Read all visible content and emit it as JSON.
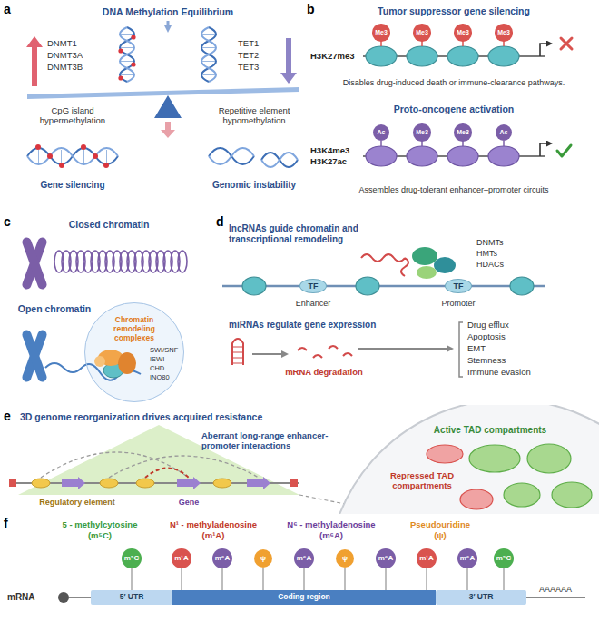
{
  "diagram": {
    "nodes": [
      {
        "text": [
          "Me3"
        ]
      },
      {
        "text": [
          "Me3"
        ]
      },
      {
        "text": [
          "Me3"
        ]
      },
      {
        "text": [
          "Me3"
        ]
      },
      {
        "text": [
          "Ac"
        ]
      },
      {
        "text": [
          "Me3"
        ]
      },
      {
        "text": [
          "Me3"
        ]
      },
      {
        "text": [
          "Ac"
        ]
      },
      {
        "text": [
          "Chromatin remodeling complexes"
        ]
      },
      {
        "text": [
          "TF"
        ]
      },
      {
        "text": [
          "TF"
        ]
      },
      {
        "text": [
          "m⁵C"
        ]
      },
      {
        "text": [
          "m¹A"
        ]
      },
      {
        "text": [
          "m⁶A"
        ]
      },
      {
        "text": [
          "ψ"
        ]
      },
      {
        "text": [
          "m⁶A"
        ]
      },
      {
        "text": [
          "ψ"
        ]
      },
      {
        "text": [
          "m⁶A"
        ]
      },
      {
        "text": [
          "m¹A"
        ]
      },
      {
        "text": [
          "m⁶A"
        ]
      },
      {
        "text": [
          "m⁵C"
        ]
      },
      {
        "text": [
          "5′ UTR"
        ]
      },
      {
        "text": [
          "Coding region"
        ]
      },
      {
        "text": [
          "3′ UTR"
        ]
      }
    ],
    "labels": [
      "a",
      "DNA Methylation Equilibrium",
      "DNMT1",
      "DNMT3A",
      "DNMT3B",
      "TET1",
      "TET2",
      "TET3",
      "CpG island hypermethylation",
      "Repetitive element hypomethylation",
      "Gene silencing",
      "Genomic instability",
      "b",
      "Tumor suppressor gene silencing",
      "H3K27me3",
      "Disables drug-induced death or immune-clearance pathways.",
      "Proto-oncogene activation",
      "H3K4me3",
      "H3K27ac",
      "Assembles drug-tolerant enhancer–promoter circuits",
      "c",
      "Closed chromatin",
      "Open chromatin",
      "SWI/SNF",
      "ISWI",
      "CHD",
      "INO80",
      "d",
      "lncRNAs guide chromatin and transcriptional remodeling",
      "DNMTs",
      "HMTs",
      "HDACs",
      "Enhancer",
      "Promoter",
      "miRNAs regulate gene expression",
      "mRNA degradation",
      "Drug efflux",
      "Apoptosis",
      "EMT",
      "Stemness",
      "Immune evasion",
      "e",
      "3D genome reorganization drives acquired resistance",
      "Aberrant long-range enhancer-promoter interactions",
      "Regulatory element",
      "Gene",
      "Active TAD compartments",
      "Repressed TAD compartments",
      "f",
      "5 - methylcytosine",
      "(m⁵C)",
      "N¹ - methyladenosine",
      "(m¹A)",
      "N⁶ - methyladenosine",
      "(m⁶A)",
      "Pseudouridine",
      "(ψ)",
      "mRNA",
      "AAAAAA"
    ]
  }
}
